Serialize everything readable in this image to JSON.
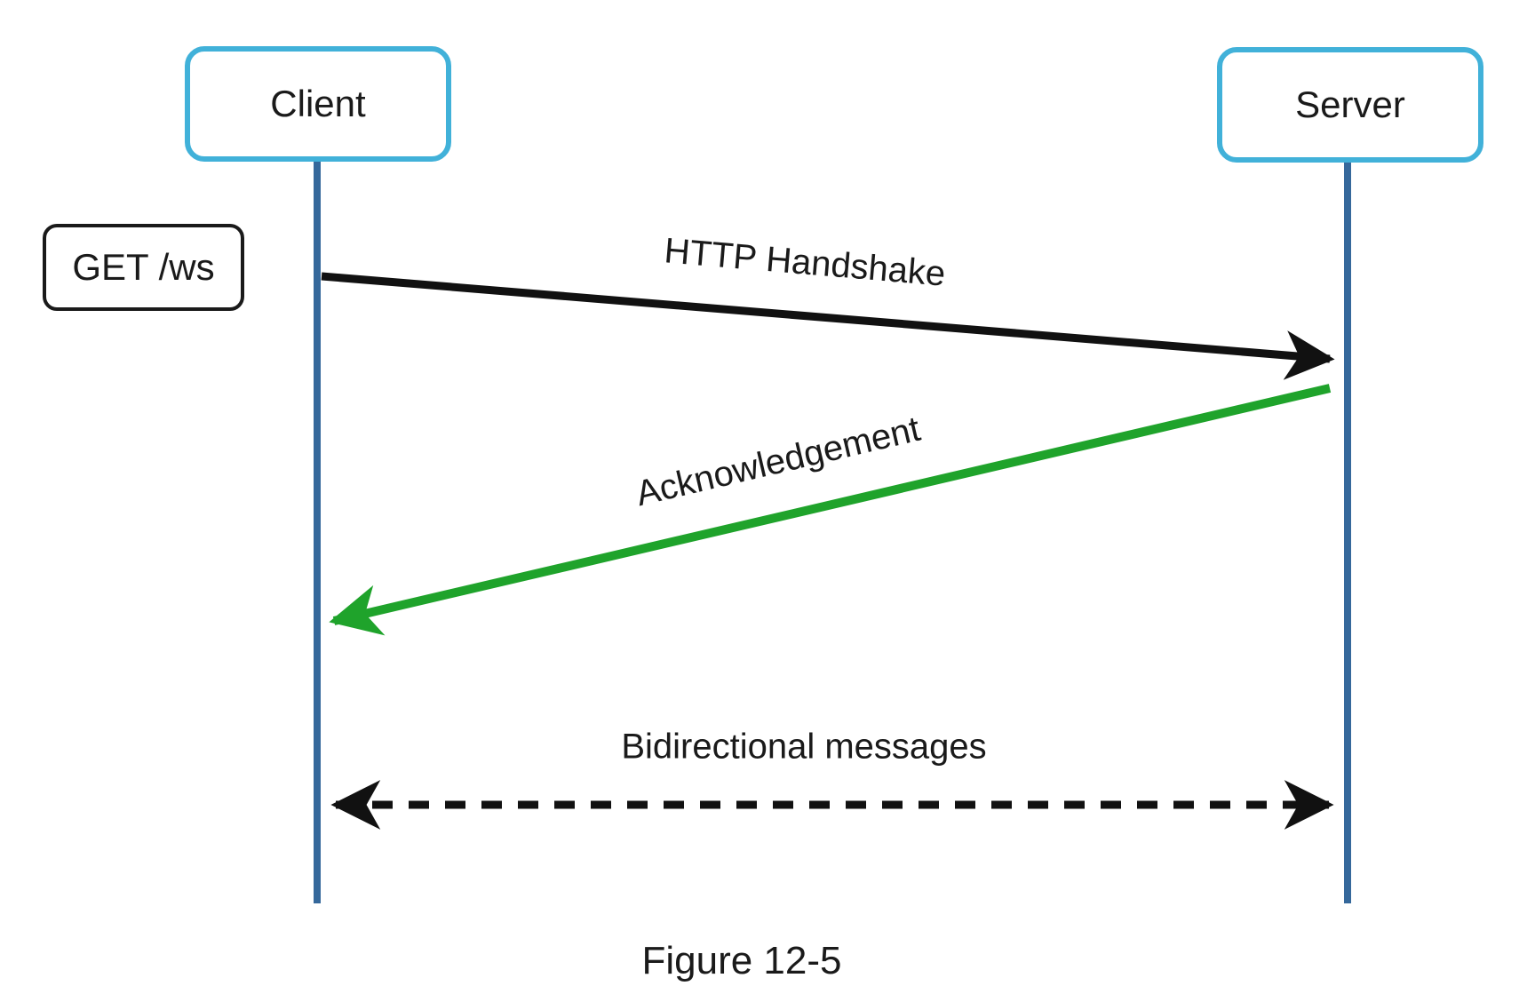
{
  "diagram": {
    "type": "sequence",
    "caption": "Figure 12-5",
    "actors": [
      {
        "id": "client",
        "label": "Client"
      },
      {
        "id": "server",
        "label": "Server"
      }
    ],
    "note": {
      "label": "GET /ws"
    },
    "messages": [
      {
        "label": "HTTP Handshake",
        "from": "client",
        "to": "server",
        "style": "solid",
        "bidirectional": false,
        "color": "#111111"
      },
      {
        "label": "Acknowledgement",
        "from": "server",
        "to": "client",
        "style": "solid",
        "bidirectional": false,
        "color": "#1fa32b"
      },
      {
        "label": "Bidirectional messages",
        "from": "client",
        "to": "server",
        "style": "dashed",
        "bidirectional": true,
        "color": "#111111"
      }
    ],
    "colors": {
      "background": "#ffffff",
      "actor_border": "#41b1d9",
      "lifeline": "#35689b",
      "note_border": "#1a1a1a",
      "arrow_dark": "#111111",
      "arrow_green": "#1fa32b",
      "text": "#1a1a1a"
    }
  }
}
